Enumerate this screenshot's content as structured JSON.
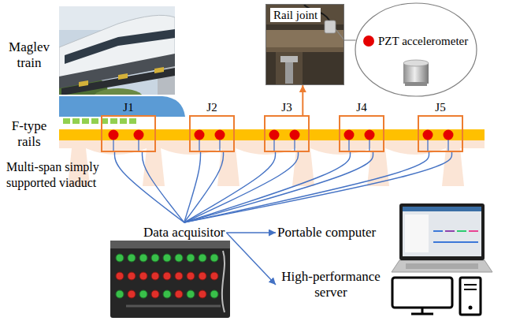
{
  "diagram": {
    "nodes": [
      {
        "text": [
          "Rail joint"
        ]
      },
      {
        "text": [
          "PZT accelerometer"
        ]
      },
      {
        "text": [
          "J1"
        ]
      },
      {
        "text": [
          "J2"
        ]
      },
      {
        "text": [
          "J3"
        ]
      },
      {
        "text": [
          "J4"
        ]
      },
      {
        "text": [
          "J5"
        ]
      },
      {
        "text": [
          "Data acquisitor"
        ]
      },
      {
        "text": [
          "Portable computer"
        ]
      },
      {
        "text": [
          "High-performance server"
        ]
      }
    ],
    "edges": [
      {
        "from": 4,
        "to": 0,
        "arrow": "to"
      },
      {
        "from": 0,
        "to": 1,
        "arrow": "none"
      },
      {
        "from": 2,
        "to": 7,
        "arrow": "none"
      },
      {
        "from": 2,
        "to": 7,
        "arrow": "none"
      },
      {
        "from": 3,
        "to": 7,
        "arrow": "none"
      },
      {
        "from": 3,
        "to": 7,
        "arrow": "none"
      },
      {
        "from": 4,
        "to": 7,
        "arrow": "none"
      },
      {
        "from": 4,
        "to": 7,
        "arrow": "none"
      },
      {
        "from": 5,
        "to": 7,
        "arrow": "none"
      },
      {
        "from": 5,
        "to": 7,
        "arrow": "none"
      },
      {
        "from": 6,
        "to": 7,
        "arrow": "none"
      },
      {
        "from": 6,
        "to": 7,
        "arrow": "none"
      },
      {
        "from": 7,
        "to": 8,
        "arrow": "to"
      },
      {
        "from": 7,
        "to": 9,
        "arrow": "to"
      }
    ],
    "labels": [
      "Maglev train",
      "F-type rails",
      "Multi-span simply supported viaduct"
    ]
  }
}
